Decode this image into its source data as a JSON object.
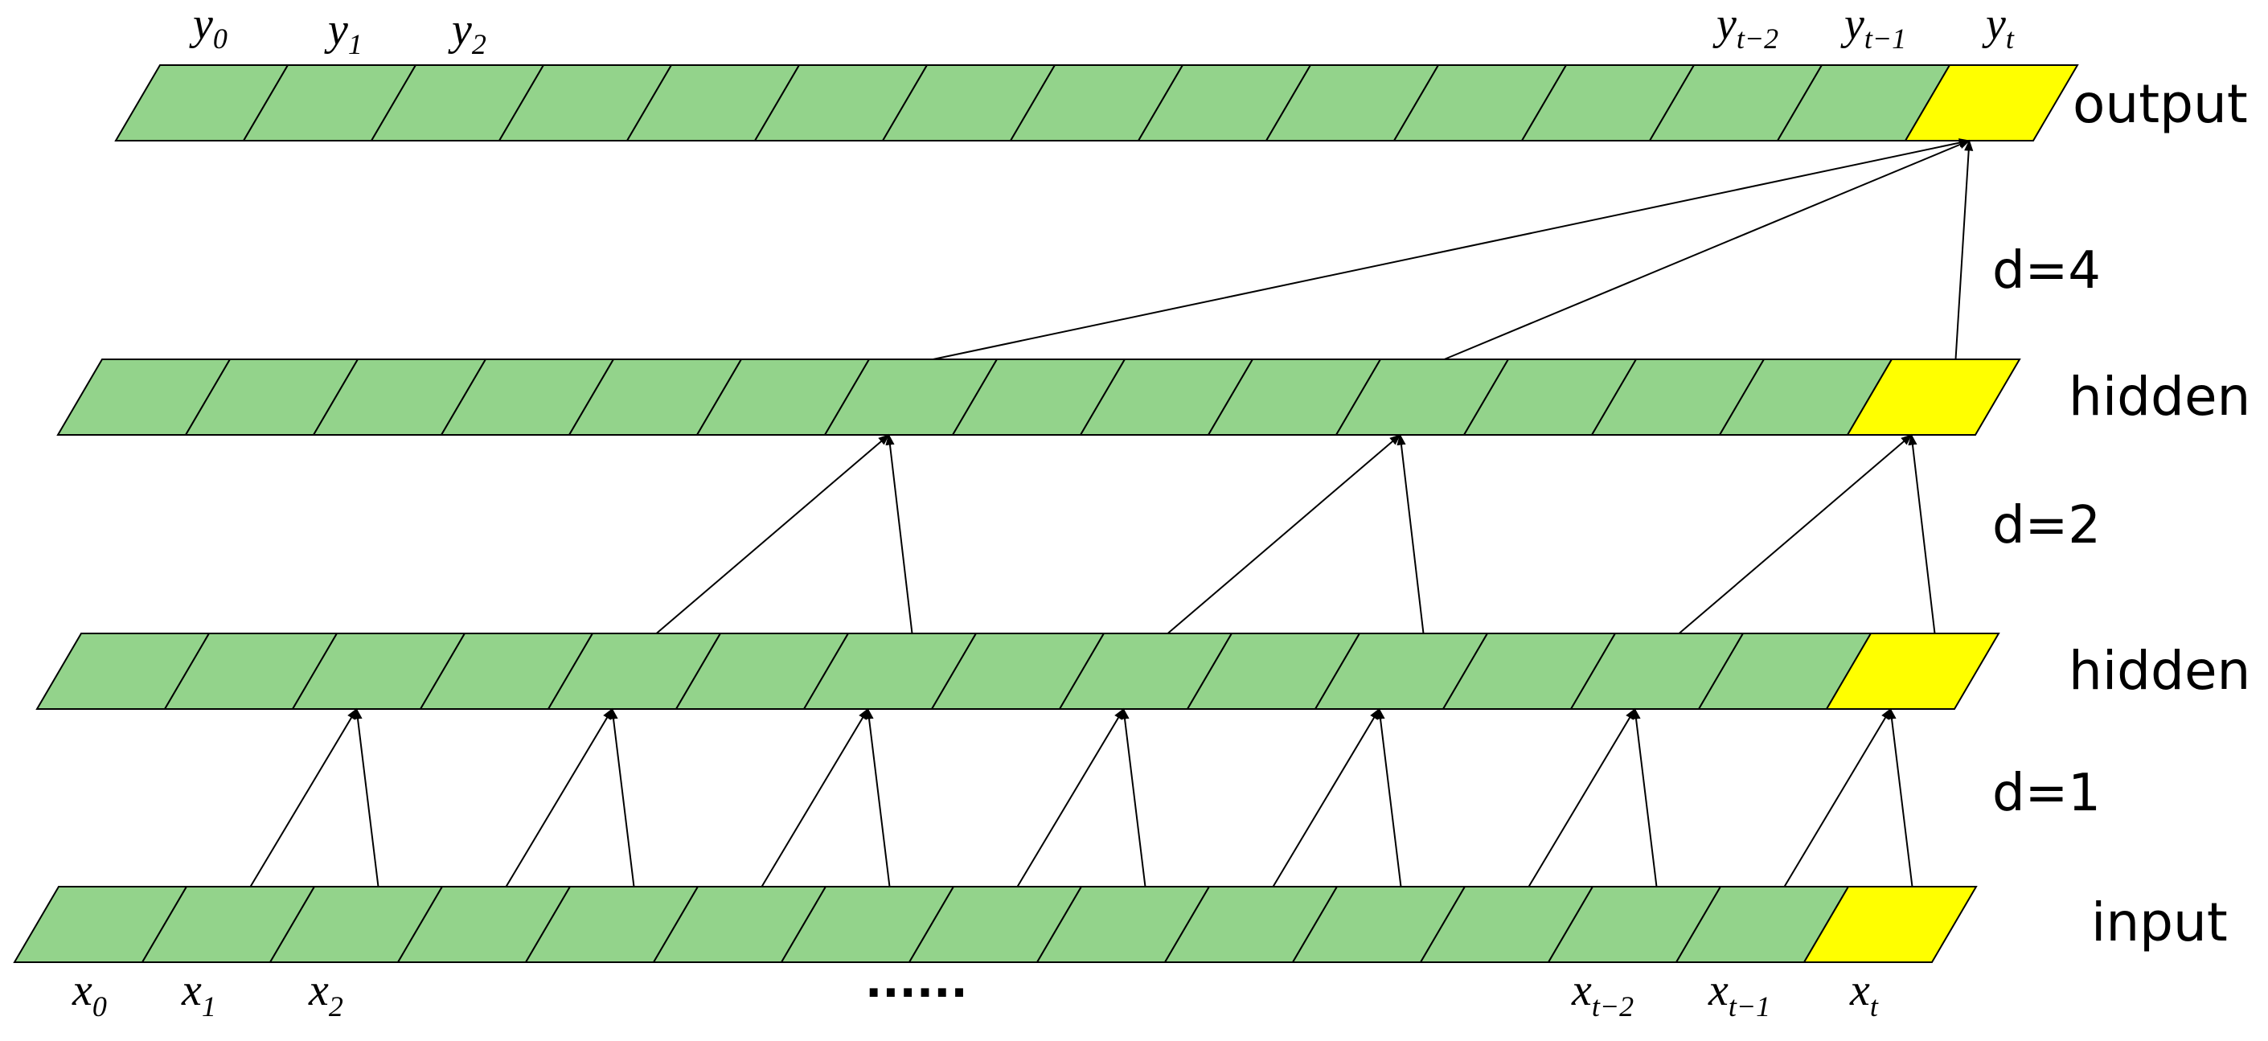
{
  "colors": {
    "cell": "#93d38b",
    "highlight": "#ffff00",
    "stroke": "#000000"
  },
  "layers": [
    {
      "name": "input",
      "label": "input"
    },
    {
      "name": "hidden-1",
      "label": "hidden"
    },
    {
      "name": "hidden-2",
      "label": "hidden"
    },
    {
      "name": "output",
      "label": "output"
    }
  ],
  "dilations": [
    "d=1",
    "d=2",
    "d=4"
  ],
  "input_labels": [
    {
      "base": "x",
      "sub": "0"
    },
    {
      "base": "x",
      "sub": "1"
    },
    {
      "base": "x",
      "sub": "2"
    },
    {
      "base": "x",
      "sub": "t−2"
    },
    {
      "base": "x",
      "sub": "t−1"
    },
    {
      "base": "x",
      "sub": "t"
    }
  ],
  "output_labels": [
    {
      "base": "y",
      "sub": "0"
    },
    {
      "base": "y",
      "sub": "1"
    },
    {
      "base": "y",
      "sub": "2"
    },
    {
      "base": "y",
      "sub": "t−2"
    },
    {
      "base": "y",
      "sub": "t−1"
    },
    {
      "base": "y",
      "sub": "t"
    }
  ],
  "ellipsis": "......"
}
